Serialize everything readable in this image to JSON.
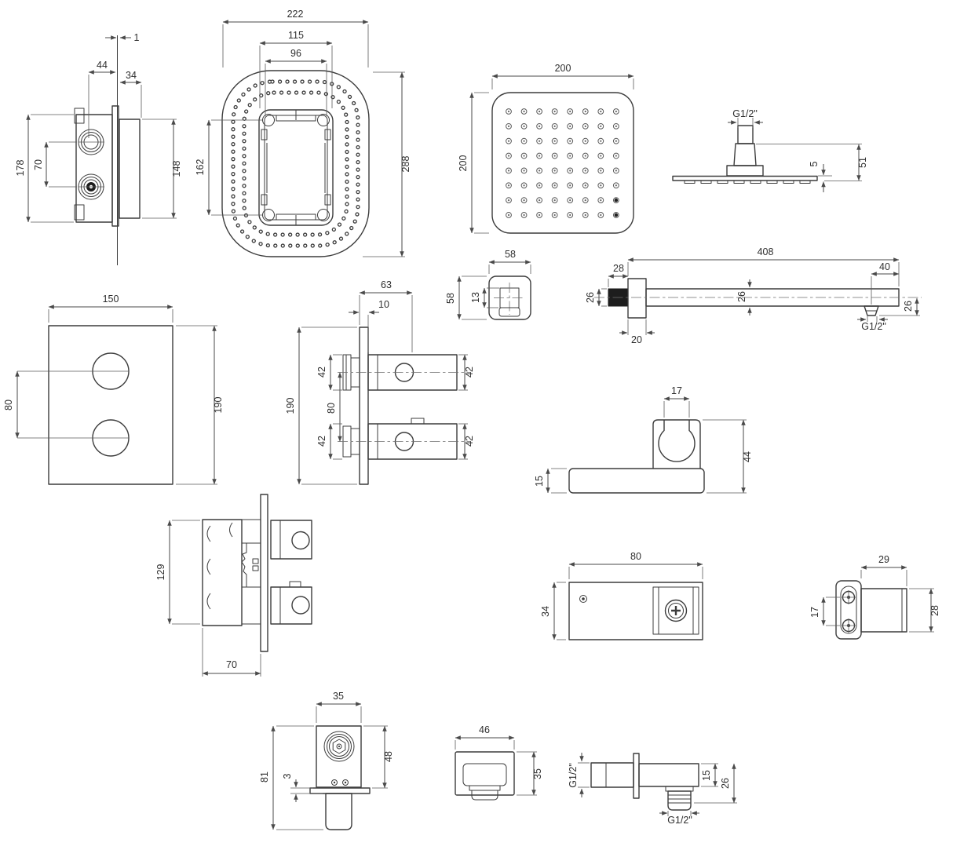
{
  "drawing": {
    "components": {
      "valve_box_side": {
        "wall_thickness": "1",
        "front_depth": "44",
        "rear_depth": "34",
        "overall_height": "178",
        "port_spacing": "70",
        "body_height": "148"
      },
      "perforated_plate": {
        "overall_width": "222",
        "frame_width": "115",
        "inner_width": "96",
        "frame_height": "162",
        "overall_height": "288"
      },
      "shower_head_front": {
        "width": "200",
        "height": "200"
      },
      "shower_head_side": {
        "thread": "G1/2\"",
        "connector_height": "51",
        "plate_thickness": "5"
      },
      "escutcheon": {
        "width": "58",
        "height": "58",
        "inner_offset": "13"
      },
      "shower_arm": {
        "length": "408",
        "thread_length": "28",
        "thread_height": "26",
        "tube_height": "26",
        "outlet_offset": "40",
        "outlet_drop": "26",
        "plate_depth": "20",
        "outlet_thread": "G1/2\""
      },
      "trim_plate_front": {
        "width": "150",
        "handle_spacing": "80",
        "height": "190"
      },
      "trim_plate_side": {
        "handle_depth": "63",
        "plate_thickness": "10",
        "height": "190",
        "upper_handle_left": "42",
        "handle_spacing": "80",
        "lower_handle_left": "42",
        "upper_handle_right": "42",
        "lower_handle_right": "42"
      },
      "handset_holder": {
        "slot_width": "17",
        "height": "44",
        "base_height": "15"
      },
      "valve_assembly_side": {
        "height": "129",
        "depth": "70"
      },
      "bracket_top": {
        "width": "80",
        "depth": "34"
      },
      "bracket_side": {
        "depth": "29",
        "hole_spacing": "17",
        "height": "28"
      },
      "wall_union_front": {
        "width": "35",
        "body_height": "48",
        "flange_thickness": "3",
        "overall_height": "81"
      },
      "wall_outlet_front": {
        "width": "46",
        "height": "35"
      },
      "wall_outlet_side": {
        "inlet_thread": "G1/2\"",
        "body_height": "15",
        "overall_height": "26",
        "outlet_thread": "G1/2\""
      }
    }
  }
}
